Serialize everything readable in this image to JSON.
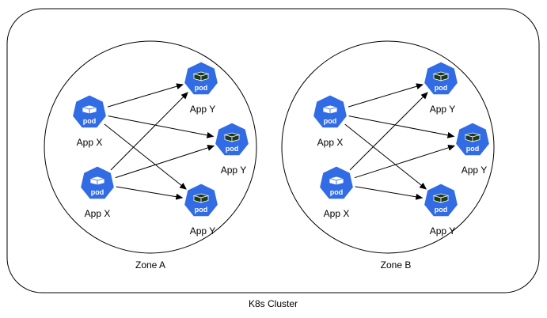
{
  "cluster": {
    "label": "K8s Cluster"
  },
  "zones": [
    {
      "label": "Zone A",
      "pods": [
        {
          "id": "a-x1",
          "app": "App X",
          "icon": "kubernetes-pod-icon",
          "fill": "#326ce5"
        },
        {
          "id": "a-x2",
          "app": "App X",
          "icon": "kubernetes-pod-icon",
          "fill": "#326ce5"
        },
        {
          "id": "a-y1",
          "app": "App Y",
          "icon": "kubernetes-pod-icon",
          "fill": "#326ce5"
        },
        {
          "id": "a-y2",
          "app": "App Y",
          "icon": "kubernetes-pod-icon",
          "fill": "#326ce5"
        },
        {
          "id": "a-y3",
          "app": "App Y",
          "icon": "kubernetes-pod-icon",
          "fill": "#326ce5"
        }
      ],
      "edges": [
        [
          "a-x1",
          "a-y1"
        ],
        [
          "a-x1",
          "a-y2"
        ],
        [
          "a-x1",
          "a-y3"
        ],
        [
          "a-x2",
          "a-y1"
        ],
        [
          "a-x2",
          "a-y2"
        ],
        [
          "a-x2",
          "a-y3"
        ]
      ]
    },
    {
      "label": "Zone B",
      "pods": [
        {
          "id": "b-x1",
          "app": "App X",
          "icon": "kubernetes-pod-icon",
          "fill": "#326ce5"
        },
        {
          "id": "b-x2",
          "app": "App X",
          "icon": "kubernetes-pod-icon",
          "fill": "#326ce5"
        },
        {
          "id": "b-y1",
          "app": "App Y",
          "icon": "kubernetes-pod-icon",
          "fill": "#326ce5"
        },
        {
          "id": "b-y2",
          "app": "App Y",
          "icon": "kubernetes-pod-icon",
          "fill": "#326ce5"
        },
        {
          "id": "b-y3",
          "app": "App Y",
          "icon": "kubernetes-pod-icon",
          "fill": "#326ce5"
        }
      ],
      "edges": [
        [
          "b-x1",
          "b-y1"
        ],
        [
          "b-x1",
          "b-y2"
        ],
        [
          "b-x1",
          "b-y3"
        ],
        [
          "b-x2",
          "b-y1"
        ],
        [
          "b-x2",
          "b-y2"
        ],
        [
          "b-x2",
          "b-y3"
        ]
      ]
    }
  ],
  "pod_badge_text": "pod",
  "colors": {
    "x_cube": "#ffffff",
    "y_cube": "#1e3a1e",
    "edge": "#000000",
    "outline": "#000000"
  }
}
